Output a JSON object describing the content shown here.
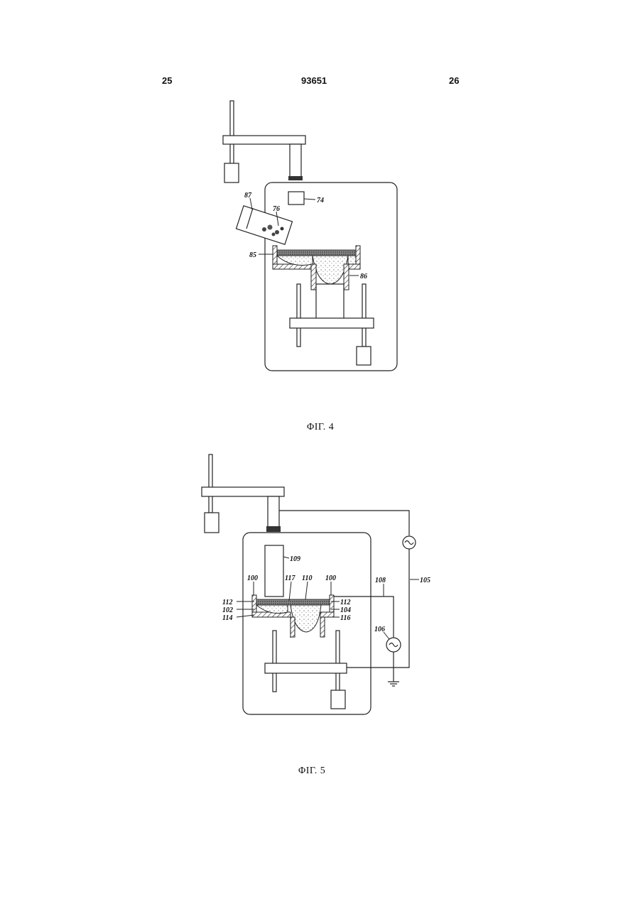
{
  "header": {
    "page_left": "25",
    "patent_number": "93651",
    "page_right": "26"
  },
  "figure4": {
    "caption": "ΦΙΓ. 4",
    "labels": {
      "l87": "87",
      "l76": "76",
      "l74": "74",
      "l85": "85",
      "l86": "86"
    }
  },
  "figure5": {
    "caption": "ΦΙΓ. 5",
    "labels": {
      "l109": "109",
      "l100a": "100",
      "l117": "117",
      "l110": "110",
      "l100b": "100",
      "l108": "108",
      "l105": "105",
      "l112a": "112",
      "l102": "102",
      "l114": "114",
      "l112b": "112",
      "l104": "104",
      "l116": "116",
      "l106": "106"
    }
  }
}
